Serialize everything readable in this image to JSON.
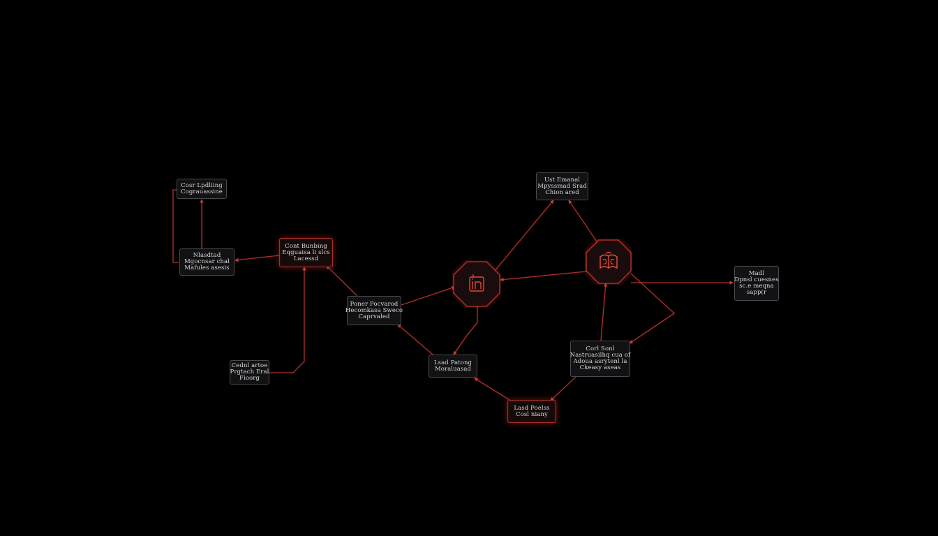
{
  "colors": {
    "background": "#000000",
    "edge": "#c8382f",
    "node_border": "#4a4a4e",
    "glow": "#ff3b2e"
  },
  "nodes": {
    "n1": {
      "lines": [
        "Cosr Lpdliing",
        "Cograuassine"
      ]
    },
    "n2": {
      "lines": [
        "Nlasdtad",
        "Mgocnsar chal",
        "Mafules asesis"
      ]
    },
    "n3": {
      "lines": [
        "Cont Bunbing",
        "Eqguaisa li slcs",
        "Lacessd"
      ]
    },
    "n4": {
      "lines": [
        "Poner Pocvarod",
        "Hecomkasa Sweco",
        "Caprvaled"
      ]
    },
    "n5": {
      "lines": [
        "Lsad Patong",
        "Moraluasad"
      ]
    },
    "n6": {
      "lines": [
        "Cednl artoe",
        "Prgtach Eral",
        "Fioorg"
      ]
    },
    "n7": {
      "lines": [
        "Ust Emanal",
        "Mpyssmad Srad",
        "Chion ared"
      ]
    },
    "n8": {
      "lines": [
        "Corl Sonl",
        "Nastruasilhq cua of",
        "Adoua asrytenl la",
        "Ckeasy aseas"
      ]
    },
    "n9": {
      "lines": [
        "Lasd Poelss",
        "Cosl niany"
      ]
    },
    "n10": {
      "lines": [
        "Madl",
        "Dpnsl cuesnes",
        "sc.e meqna",
        "sapp(r"
      ]
    }
  },
  "icons": {
    "center_left": "document-in-icon",
    "center_right": "book-icon"
  }
}
